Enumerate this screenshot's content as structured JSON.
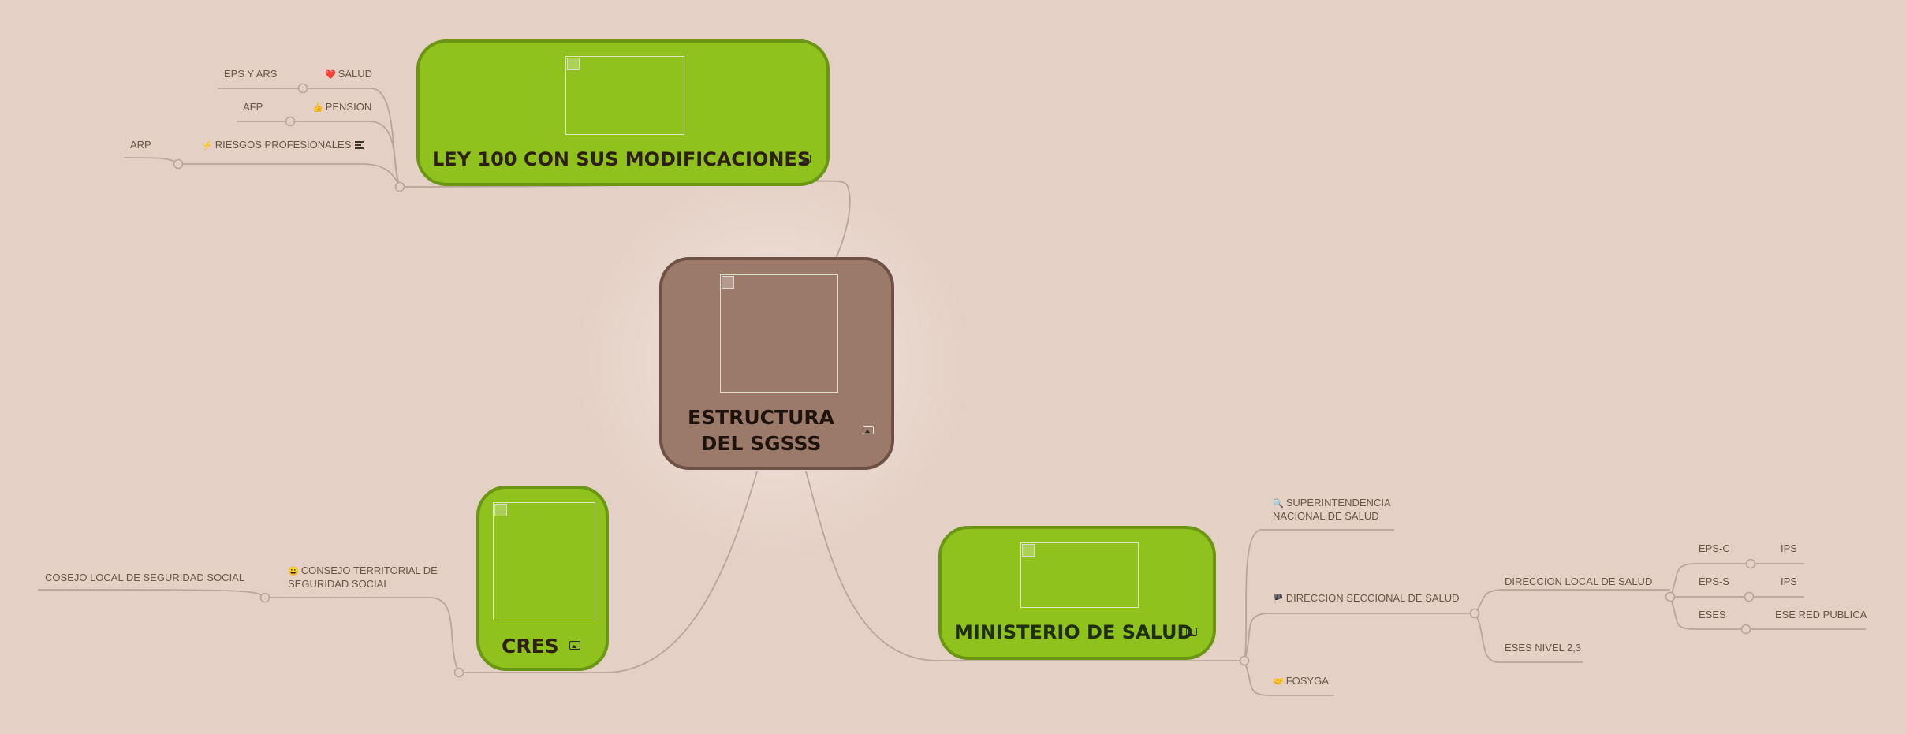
{
  "root": {
    "title": "ESTRUCTURA DEL SGSSS"
  },
  "branches": {
    "ley100": {
      "title": "LEY 100 CON SUS MODIFICACIONES",
      "children": [
        {
          "label": "SALUD",
          "emoji": "❤️",
          "child": "EPS Y ARS"
        },
        {
          "label": "PENSION",
          "emoji": "👍",
          "child": "AFP"
        },
        {
          "label": "RIESGOS PROFESIONALES",
          "emoji": "⚡",
          "child": "ARP"
        }
      ]
    },
    "cres": {
      "title": "CRES",
      "children": [
        {
          "label": "CONSEJO TERRITORIAL DE SEGURIDAD SOCIAL",
          "emoji": "😀",
          "child": "COSEJO LOCAL DE SEGURIDAD SOCIAL"
        }
      ]
    },
    "ministerio": {
      "title": "MINISTERIO DE SALUD",
      "children": [
        {
          "label": "SUPERINTENDENCIA NACIONAL DE SALUD",
          "emoji": "🔍"
        },
        {
          "label": "DIRECCION SECCIONAL DE SALUD",
          "emoji": "🏴"
        },
        {
          "label": "FOSYGA",
          "emoji": "🤝"
        }
      ],
      "direccion_local": "DIRECCION LOCAL DE SALUD",
      "eses_nivel": "ESES NIVEL 2,3",
      "sub": [
        {
          "label": "EPS-C",
          "child": "IPS"
        },
        {
          "label": "EPS-S",
          "child": "IPS"
        },
        {
          "label": "ESES",
          "child": "ESE RED PUBLICA"
        }
      ]
    }
  },
  "icons": {
    "image": "image-icon",
    "note": "note-icon",
    "broken": "broken-image-icon"
  },
  "colors": {
    "background": "#e4d0c5",
    "branch_fill": "#8fc21c",
    "branch_border": "#6a9614",
    "root_fill": "#9c7a6a",
    "line": "#b9a59a",
    "text": "#6b5548"
  }
}
